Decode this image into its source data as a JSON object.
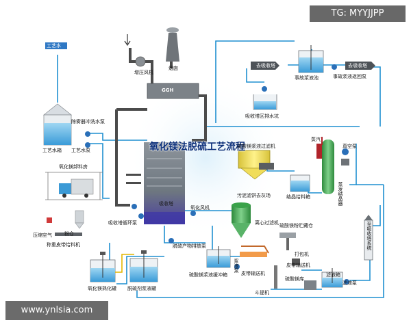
{
  "diagram": {
    "title": "氧化镁法脱硫工艺流程",
    "watermark_top": "TG: MYYJJPP",
    "watermark_bottom": "www.ynlsia.com",
    "labels": {
      "process_water_tag": "工艺水",
      "process_water_tank": "工艺水箱",
      "process_water_pump": "工艺水泵",
      "demister_flush_pump": "除雾器冲洗水泵",
      "mgo_unloading_room": "氧化镁卸料房",
      "compressed_air": "压缩空气",
      "powder_silo": "粉仓",
      "weigh_belt_feeder": "称重皮带给料机",
      "mgo_slaking_tank": "氧化镁熟化罐",
      "absorbent_slurry_tank": "脱硫剂浆液罐",
      "booster_fan": "增压风机",
      "chimney": "烟囱",
      "ggh": "GGH",
      "absorber": "吸收塔",
      "absorber_recirc_pump": "吸收塔循环泵",
      "oxidation_fan": "氧化风机",
      "product_discharge_pump": "脱硫产物排放泵",
      "mgso4_buffer_tank": "硫酸镁浆液缓冲箱",
      "slurry_pump": "浆液泵",
      "mgso4_filter": "硫酸镁浆液过滤机",
      "sludge_cake": "污泥滤饼去灰场",
      "crystal_feed_tank": "结晶给料箱",
      "steam": "蒸汽",
      "vacuum_pump": "真空泵",
      "evap_crystallizer": "蒸发结晶器",
      "centrifuge": "离心过滤机",
      "belt_conveyor": "皮带输送机",
      "bucket_elevator": "斗提机",
      "mgso4_storage": "硫酸镁粉贮藏仓",
      "packing_machine": "打包机",
      "belt_conveyor_2": "皮带输送机",
      "mgso4_warehouse": "硫酸镁库",
      "filtrate_tank": "滤液箱",
      "filtrate_pump": "滤液泵",
      "to_absorber_system": "至吸收塔系统",
      "to_absorber_1": "去吸收塔",
      "to_absorber_2": "去吸收塔",
      "thickener_tank": "事故浆液池",
      "thickener_pump": "事故浆液返回泵",
      "drain_pit": "吸收塔区排水坑"
    }
  }
}
